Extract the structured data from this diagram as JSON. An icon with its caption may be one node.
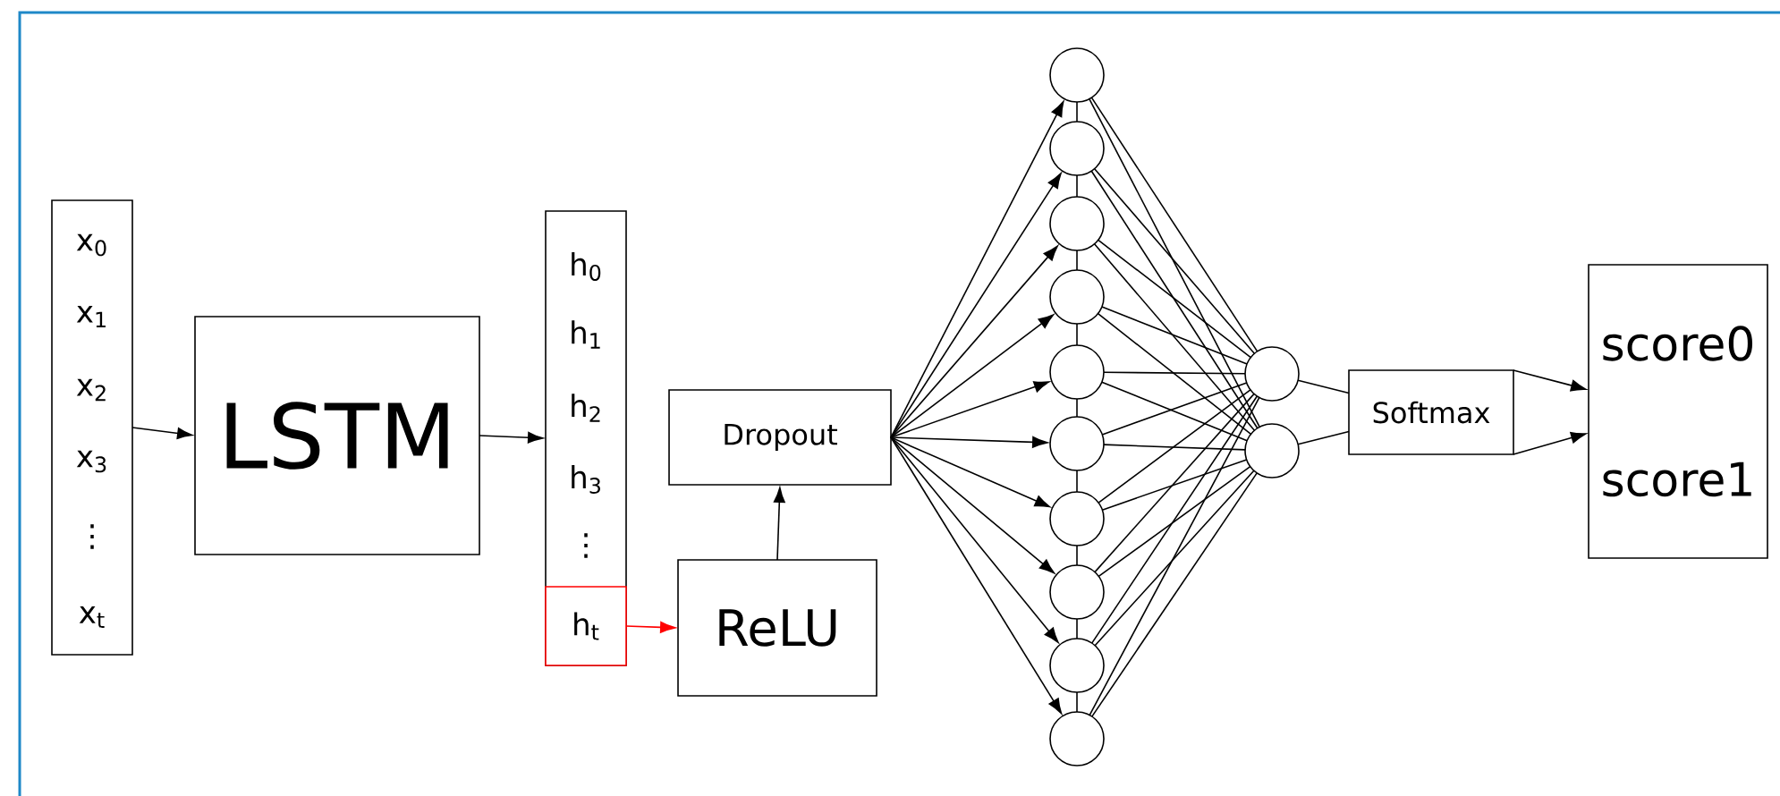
{
  "diagram": {
    "nodes": [
      {
        "text": [
          "x$_{0}$",
          "x$_{1}$",
          "x$_{2}$",
          "x$_{3}$",
          "⋮",
          "x$_{t}$"
        ]
      },
      {
        "text": [
          "LSTM"
        ]
      },
      {
        "text": [
          "h$_{0}$",
          "h$_{1}$",
          "h$_{2}$",
          "h$_{3}$",
          "⋮"
        ]
      },
      {
        "text": [
          "h$_{t}$"
        ],
        "in": 2
      },
      {
        "text": [
          "Dropout"
        ]
      },
      {
        "text": [
          "ReLU"
        ]
      },
      {
        "text": [],
        "shape": "circle"
      },
      {
        "text": [],
        "shape": "circle"
      },
      {
        "text": [],
        "shape": "circle"
      },
      {
        "text": [],
        "shape": "circle"
      },
      {
        "text": [],
        "shape": "circle"
      },
      {
        "text": [],
        "shape": "circle"
      },
      {
        "text": [],
        "shape": "circle"
      },
      {
        "text": [],
        "shape": "circle"
      },
      {
        "text": [],
        "shape": "circle"
      },
      {
        "text": [],
        "shape": "circle"
      },
      {
        "text": [],
        "shape": "circle"
      },
      {
        "text": [],
        "shape": "circle"
      },
      {
        "text": [
          "Softmax"
        ]
      },
      {
        "text": [
          "score0",
          "score1"
        ]
      }
    ],
    "edges": [
      {
        "from": 0,
        "to": 1,
        "arrow": "to"
      },
      {
        "from": 1,
        "to": 2,
        "arrow": "to"
      },
      {
        "from": 3,
        "to": 5,
        "arrow": "to",
        "color": "#ff0000"
      },
      {
        "from": 5,
        "to": 4,
        "arrow": "to"
      },
      {
        "from": 4,
        "to": 6,
        "arrow": "to"
      },
      {
        "from": 4,
        "to": 7,
        "arrow": "to"
      },
      {
        "from": 4,
        "to": 8,
        "arrow": "to"
      },
      {
        "from": 4,
        "to": 9,
        "arrow": "to"
      },
      {
        "from": 4,
        "to": 10,
        "arrow": "to"
      },
      {
        "from": 4,
        "to": 11,
        "arrow": "to"
      },
      {
        "from": 4,
        "to": 12,
        "arrow": "to"
      },
      {
        "from": 4,
        "to": 13,
        "arrow": "to"
      },
      {
        "from": 4,
        "to": 14,
        "arrow": "to"
      },
      {
        "from": 4,
        "to": 15,
        "arrow": "to"
      },
      {
        "from": 6,
        "to": 7,
        "arrow": "none"
      },
      {
        "from": 7,
        "to": 8,
        "arrow": "none"
      },
      {
        "from": 8,
        "to": 9,
        "arrow": "none"
      },
      {
        "from": 9,
        "to": 10,
        "arrow": "none"
      },
      {
        "from": 10,
        "to": 11,
        "arrow": "none"
      },
      {
        "from": 11,
        "to": 12,
        "arrow": "none"
      },
      {
        "from": 12,
        "to": 13,
        "arrow": "none"
      },
      {
        "from": 13,
        "to": 14,
        "arrow": "none"
      },
      {
        "from": 14,
        "to": 15,
        "arrow": "none"
      },
      {
        "from": 6,
        "to": 16,
        "arrow": "none"
      },
      {
        "from": 6,
        "to": 17,
        "arrow": "none"
      },
      {
        "from": 7,
        "to": 16,
        "arrow": "none"
      },
      {
        "from": 7,
        "to": 17,
        "arrow": "none"
      },
      {
        "from": 8,
        "to": 16,
        "arrow": "none"
      },
      {
        "from": 8,
        "to": 17,
        "arrow": "none"
      },
      {
        "from": 9,
        "to": 16,
        "arrow": "none"
      },
      {
        "from": 9,
        "to": 17,
        "arrow": "none"
      },
      {
        "from": 10,
        "to": 16,
        "arrow": "none"
      },
      {
        "from": 10,
        "to": 17,
        "arrow": "none"
      },
      {
        "from": 11,
        "to": 16,
        "arrow": "none"
      },
      {
        "from": 11,
        "to": 17,
        "arrow": "none"
      },
      {
        "from": 12,
        "to": 16,
        "arrow": "none"
      },
      {
        "from": 12,
        "to": 17,
        "arrow": "none"
      },
      {
        "from": 13,
        "to": 16,
        "arrow": "none"
      },
      {
        "from": 13,
        "to": 17,
        "arrow": "none"
      },
      {
        "from": 14,
        "to": 16,
        "arrow": "none"
      },
      {
        "from": 14,
        "to": 17,
        "arrow": "none"
      },
      {
        "from": 15,
        "to": 16,
        "arrow": "none"
      },
      {
        "from": 15,
        "to": 17,
        "arrow": "none"
      },
      {
        "from": 16,
        "to": 18,
        "arrow": "none"
      },
      {
        "from": 17,
        "to": 18,
        "arrow": "none"
      },
      {
        "from": 18,
        "to": 19,
        "arrow": "to"
      },
      {
        "from": 18,
        "to": 19,
        "arrow": "to"
      }
    ]
  }
}
